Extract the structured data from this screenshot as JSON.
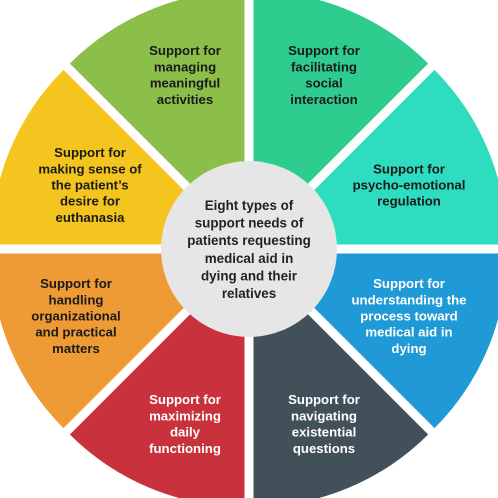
{
  "center": {
    "lines": [
      "Eight types of",
      "support needs of",
      "patients requesting",
      "medical aid in",
      "dying and their",
      "relatives"
    ],
    "fill": "#e6e6e6"
  },
  "segments": [
    {
      "id": "facilitating-social-interaction",
      "lines": [
        "Support for",
        "facilitating",
        "social",
        "interaction"
      ],
      "color": "#2ecc8e",
      "text_color": "#1a1a1a"
    },
    {
      "id": "psycho-emotional-regulation",
      "lines": [
        "Support for",
        "psycho-emotional",
        "regulation"
      ],
      "color": "#2edcbf",
      "text_color": "#1a1a1a"
    },
    {
      "id": "understanding-process",
      "lines": [
        "Support for",
        "understanding the",
        "process toward",
        "medical aid in",
        "dying"
      ],
      "color": "#1f9ad6",
      "text_color": "#ffffff"
    },
    {
      "id": "navigating-existential-questions",
      "lines": [
        "Support for",
        "navigating",
        "existential",
        "questions"
      ],
      "color": "#42505a",
      "text_color": "#ffffff"
    },
    {
      "id": "maximizing-daily-functioning",
      "lines": [
        "Support for",
        "maximizing",
        "daily",
        "functioning"
      ],
      "color": "#c9323d",
      "text_color": "#ffffff"
    },
    {
      "id": "handling-organizational-practical-matters",
      "lines": [
        "Support for",
        "handling",
        "organizational",
        "and practical",
        "matters"
      ],
      "color": "#ee9a35",
      "text_color": "#1a1a1a"
    },
    {
      "id": "making-sense-euthanasia",
      "lines": [
        "Support for",
        "making sense of",
        "the patient’s",
        "desire for",
        "euthanasia"
      ],
      "color": "#f5c51f",
      "text_color": "#1a1a1a"
    },
    {
      "id": "managing-meaningful-activities",
      "lines": [
        "Support for",
        "managing",
        "meaningful",
        "activities"
      ],
      "color": "#8cbf4a",
      "text_color": "#1a1a1a"
    }
  ]
}
